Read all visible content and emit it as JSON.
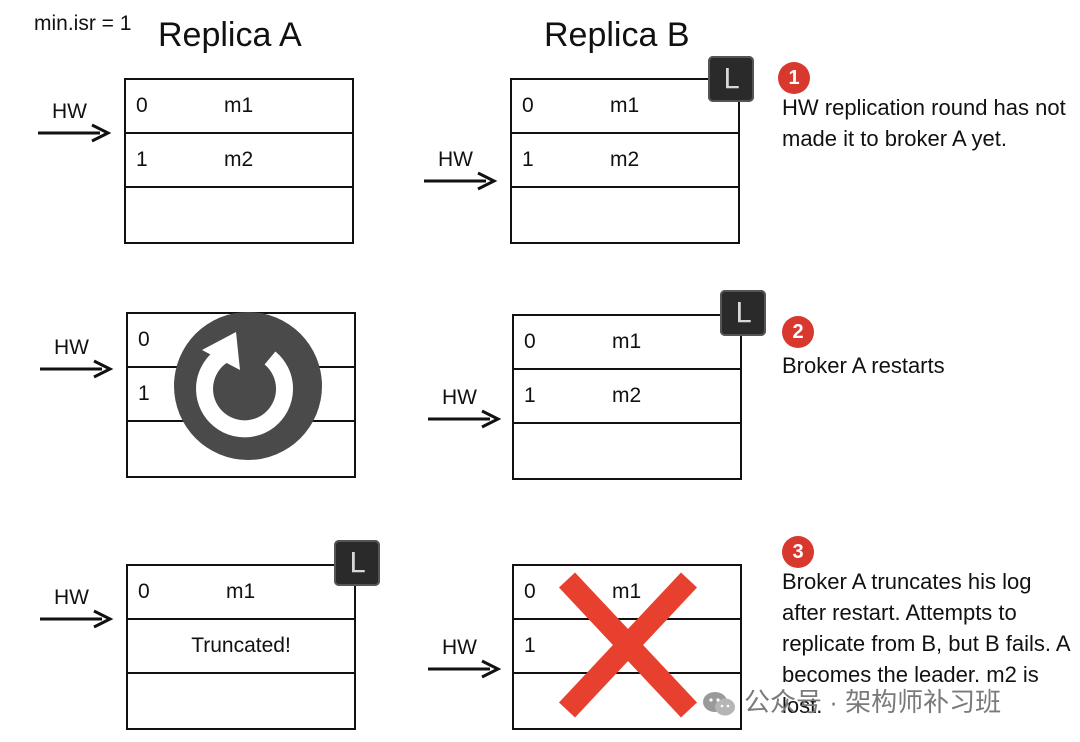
{
  "header": {
    "config_note": "min.isr = 1",
    "replica_a": "Replica A",
    "replica_b": "Replica B"
  },
  "hw_label": "HW",
  "leader_badge": "L",
  "steps": [
    {
      "number": "1",
      "note": "HW replication round has not made it to broker A yet.",
      "replica_a": {
        "rows": [
          {
            "offset": "0",
            "message": "m1"
          },
          {
            "offset": "1",
            "message": "m2"
          },
          {
            "offset": "",
            "message": ""
          }
        ],
        "hw_row": 0,
        "leader": false
      },
      "replica_b": {
        "rows": [
          {
            "offset": "0",
            "message": "m1"
          },
          {
            "offset": "1",
            "message": "m2"
          },
          {
            "offset": "",
            "message": ""
          }
        ],
        "hw_row": 1,
        "leader": true
      }
    },
    {
      "number": "2",
      "note": "Broker A restarts",
      "replica_a": {
        "rows": [
          {
            "offset": "0",
            "message": ""
          },
          {
            "offset": "1",
            "message": ""
          },
          {
            "offset": "",
            "message": ""
          }
        ],
        "hw_row": 0,
        "leader": false,
        "restarting": true
      },
      "replica_b": {
        "rows": [
          {
            "offset": "0",
            "message": "m1"
          },
          {
            "offset": "1",
            "message": "m2"
          },
          {
            "offset": "",
            "message": ""
          }
        ],
        "hw_row": 1,
        "leader": true
      }
    },
    {
      "number": "3",
      "note": "Broker A truncates his log after restart. Attempts to replicate from B, but B fails. A becomes the leader. m2 is lost.",
      "replica_a": {
        "rows": [
          {
            "offset": "0",
            "message": "m1"
          },
          {
            "offset": "",
            "message": "Truncated!"
          },
          {
            "offset": "",
            "message": ""
          }
        ],
        "hw_row": 0,
        "leader": true
      },
      "replica_b": {
        "rows": [
          {
            "offset": "0",
            "message": "m1"
          },
          {
            "offset": "1",
            "message": ""
          },
          {
            "offset": "",
            "message": ""
          }
        ],
        "hw_row": 1,
        "leader": false,
        "failed": true
      }
    }
  ],
  "watermark": "公众号 · 架构师补习班",
  "colors": {
    "step_badge": "#d9382e",
    "fail_cross": "#e8402f",
    "restart_icon": "#4a4a4a",
    "leader_badge": "#2a2a2a"
  }
}
